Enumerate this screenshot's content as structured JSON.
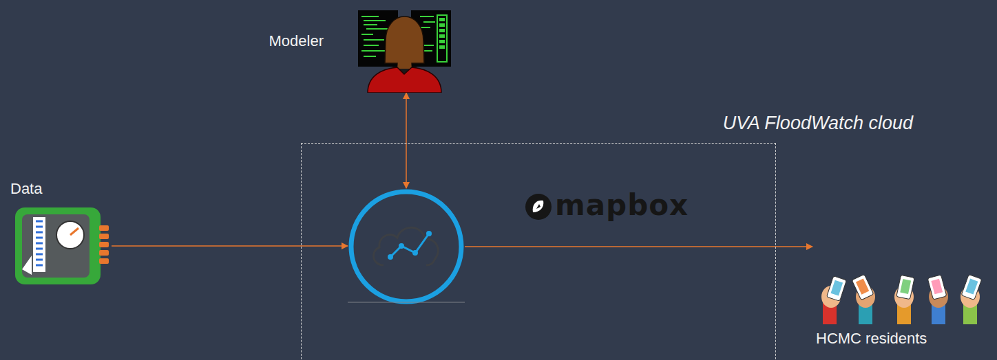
{
  "diagram": {
    "nodes": [
      {
        "text": [
          "Modeler"
        ]
      },
      {
        "text": [
          "UVA FloodWatch cloud"
        ]
      },
      {
        "text": [
          "Data"
        ]
      },
      {
        "text": [
          "HCMC residents"
        ]
      }
    ],
    "edges": [
      {
        "from": 2,
        "to": 1,
        "arrow": "to"
      },
      {
        "from": 1,
        "to": 0,
        "arrow": "both"
      },
      {
        "from": 1,
        "to": 3,
        "arrow": "to"
      }
    ],
    "labels": [
      "mapbox"
    ]
  }
}
